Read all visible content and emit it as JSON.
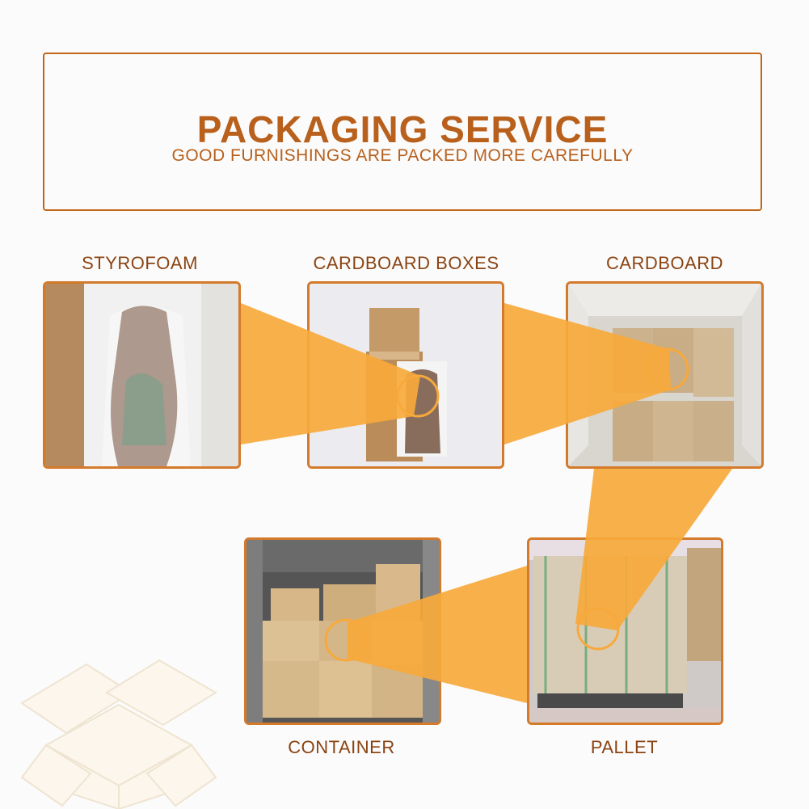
{
  "header": {
    "title": "PACKAGING SERVICE",
    "subtitle": "GOOD FURNISHINGS ARE PACKED MORE CAREFULLY"
  },
  "steps": [
    {
      "label": "STYROFOAM"
    },
    {
      "label": "CARDBOARD BOXES"
    },
    {
      "label": "CARDBOARD"
    },
    {
      "label": "CONTAINER"
    },
    {
      "label": "PALLET"
    }
  ],
  "colors": {
    "accent": "#f7a93b",
    "border": "#d37a2b",
    "title": "#b8601c",
    "label": "#8a4413"
  }
}
